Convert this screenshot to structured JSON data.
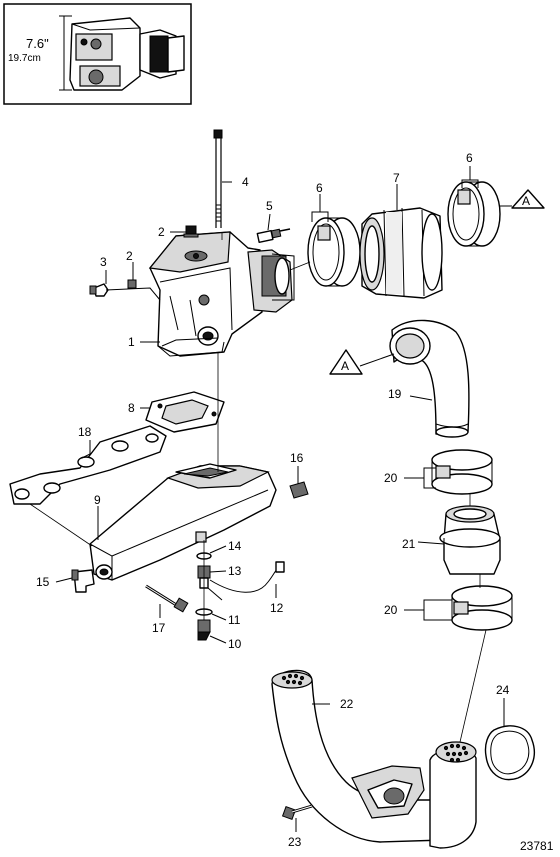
{
  "inset": {
    "dimension_imperial": "7.6\"",
    "dimension_metric": "19.7cm"
  },
  "callouts": {
    "c1": "1",
    "c2a": "2",
    "c2b": "2",
    "c3": "3",
    "c4": "4",
    "c5": "5",
    "c6a": "6",
    "c6b": "6",
    "c7": "7",
    "c8": "8",
    "c9": "9",
    "c10": "10",
    "c11": "11",
    "c12": "12",
    "c13": "13",
    "c14": "14",
    "c15": "15",
    "c16": "16",
    "c17": "17",
    "c18": "18",
    "c19": "19",
    "c20a": "20",
    "c20b": "20",
    "c21": "21",
    "c22": "22",
    "c23": "23",
    "c24": "24"
  },
  "reference_markers": {
    "ref_a_top": "A",
    "ref_a_left": "A"
  },
  "figure_number": "23781"
}
